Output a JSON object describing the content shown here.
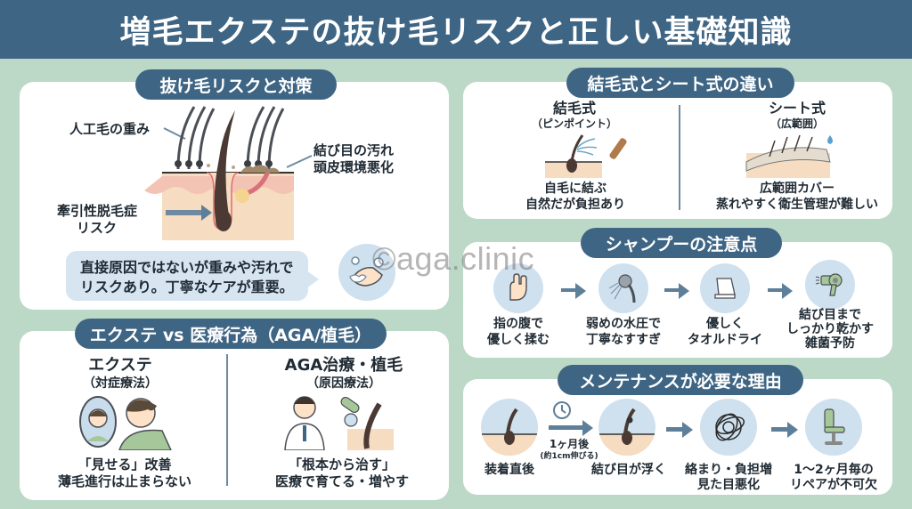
{
  "header": {
    "title": "増毛エクステの抜け毛リスクと正しい基礎知識"
  },
  "colors": {
    "header_bg": "#3f6584",
    "page_bg": "#bcd9c8",
    "card_bg": "#ffffff",
    "circle_bg": "#cfe0ee",
    "arrow": "#5d7f99"
  },
  "watermark": "©aga.clinic",
  "risk": {
    "title": "抜け毛リスクと対策",
    "label_weight": "人工毛の重み",
    "label_dirt_1": "結び目の汚れ",
    "label_dirt_2": "頭皮環境悪化",
    "label_traction_1": "牽引性脱毛症",
    "label_traction_2": "リスク",
    "note_1": "直接原因ではないが重みや汚れで",
    "note_2": "リスクあり。丁寧なケアが重要。",
    "icon": "washing-hands-icon"
  },
  "methods": {
    "title": "結毛式とシート式の違い",
    "left": {
      "name": "結毛式",
      "sub": "（ピンポイント）",
      "desc_1": "自毛に結ぶ",
      "desc_2": "自然だが負担あり"
    },
    "right": {
      "name": "シート式",
      "sub": "（広範囲）",
      "desc_1": "広範囲カバー",
      "desc_2": "蒸れやすく衛生管理が難しい"
    }
  },
  "shampoo": {
    "title": "シャンプーの注意点",
    "steps": [
      {
        "icon": "fingertip-hand-icon",
        "line1": "指の腹で",
        "line2": "優しく揉む",
        "line3": ""
      },
      {
        "icon": "shower-head-icon",
        "line1": "弱めの水圧で",
        "line2": "丁寧なすすぎ",
        "line3": ""
      },
      {
        "icon": "towel-icon",
        "line1": "優しく",
        "line2": "タオルドライ",
        "line3": ""
      },
      {
        "icon": "hair-dryer-icon",
        "line1": "結び目まで",
        "line2": "しっかり乾かす",
        "line3": "雑菌予防"
      }
    ]
  },
  "compare": {
    "title": "エクステ vs 医療行為（AGA/植毛）",
    "left": {
      "name": "エクステ",
      "sub": "（対症療法）",
      "desc_1": "「見せる」改善",
      "desc_2": "薄毛進行は止まらない"
    },
    "right": {
      "name": "AGA治療・植毛",
      "sub": "（原因療法）",
      "desc_1": "「根本から治す」",
      "desc_2": "医療で育てる・増やす"
    }
  },
  "maintenance": {
    "title": "メンテナンスが必要な理由",
    "steps": [
      {
        "icon": "hair-root-icon",
        "label1": "装着直後",
        "label2": ""
      },
      {
        "icon": "hair-knot-lifted-icon",
        "label1": "結び目が浮く",
        "label2": ""
      },
      {
        "icon": "tangled-hair-icon",
        "label1": "絡まり・負担増",
        "label2": "見た目悪化"
      },
      {
        "icon": "salon-chair-icon",
        "label1": "1〜2ヶ月毎の",
        "label2": "リペアが不可欠"
      }
    ],
    "time_label": "1ヶ月後",
    "time_sub": "(約1cm伸びる)",
    "time_icon": "clock-icon"
  }
}
